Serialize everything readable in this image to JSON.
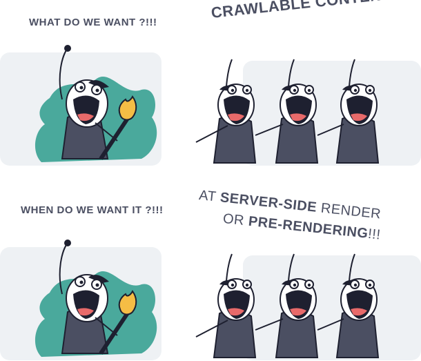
{
  "captions": {
    "top_left": "WHAT DO WE WANT ?!!!",
    "top_right": "CRAWLABLE CONTENT!!!",
    "bottom_left": "WHEN DO WE WANT IT ?!!!",
    "bottom_right": {
      "line1_prefix": "AT ",
      "line1_bold": "SERVER-SIDE",
      "line1_suffix": " RENDER",
      "line2_prefix": "OR ",
      "line2_bold": "PRE-RENDERING",
      "line2_suffix": "!!!"
    }
  },
  "colors": {
    "panel_bg": "#eef1f4",
    "teal": "#4aa99c",
    "body": "#4b4f62",
    "outline": "#1e2030",
    "torch_flame": "#f5bd45",
    "text": "#4b4f62"
  },
  "icons": {
    "leader": "shouting-leader-with-torch",
    "crowd": "shouting-crowd-member"
  }
}
